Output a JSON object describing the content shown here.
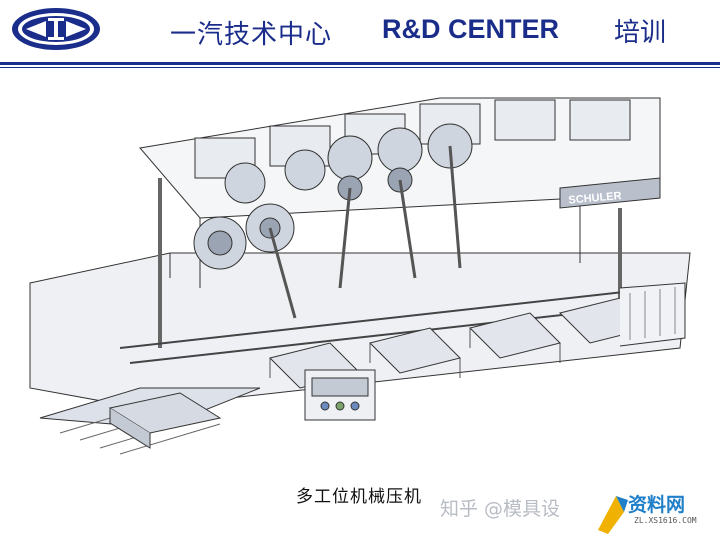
{
  "header": {
    "title_cn": "一汽技术中心",
    "title_en": "R&D CENTER",
    "section": "培训",
    "color": "#1b2d8a"
  },
  "figure": {
    "caption": "多工位机械压机",
    "machine_brand": "SCHULER"
  },
  "watermark": {
    "text": "知乎 @模具设",
    "site_name": "资料网",
    "site_url": "ZL.XS1616.COM"
  }
}
